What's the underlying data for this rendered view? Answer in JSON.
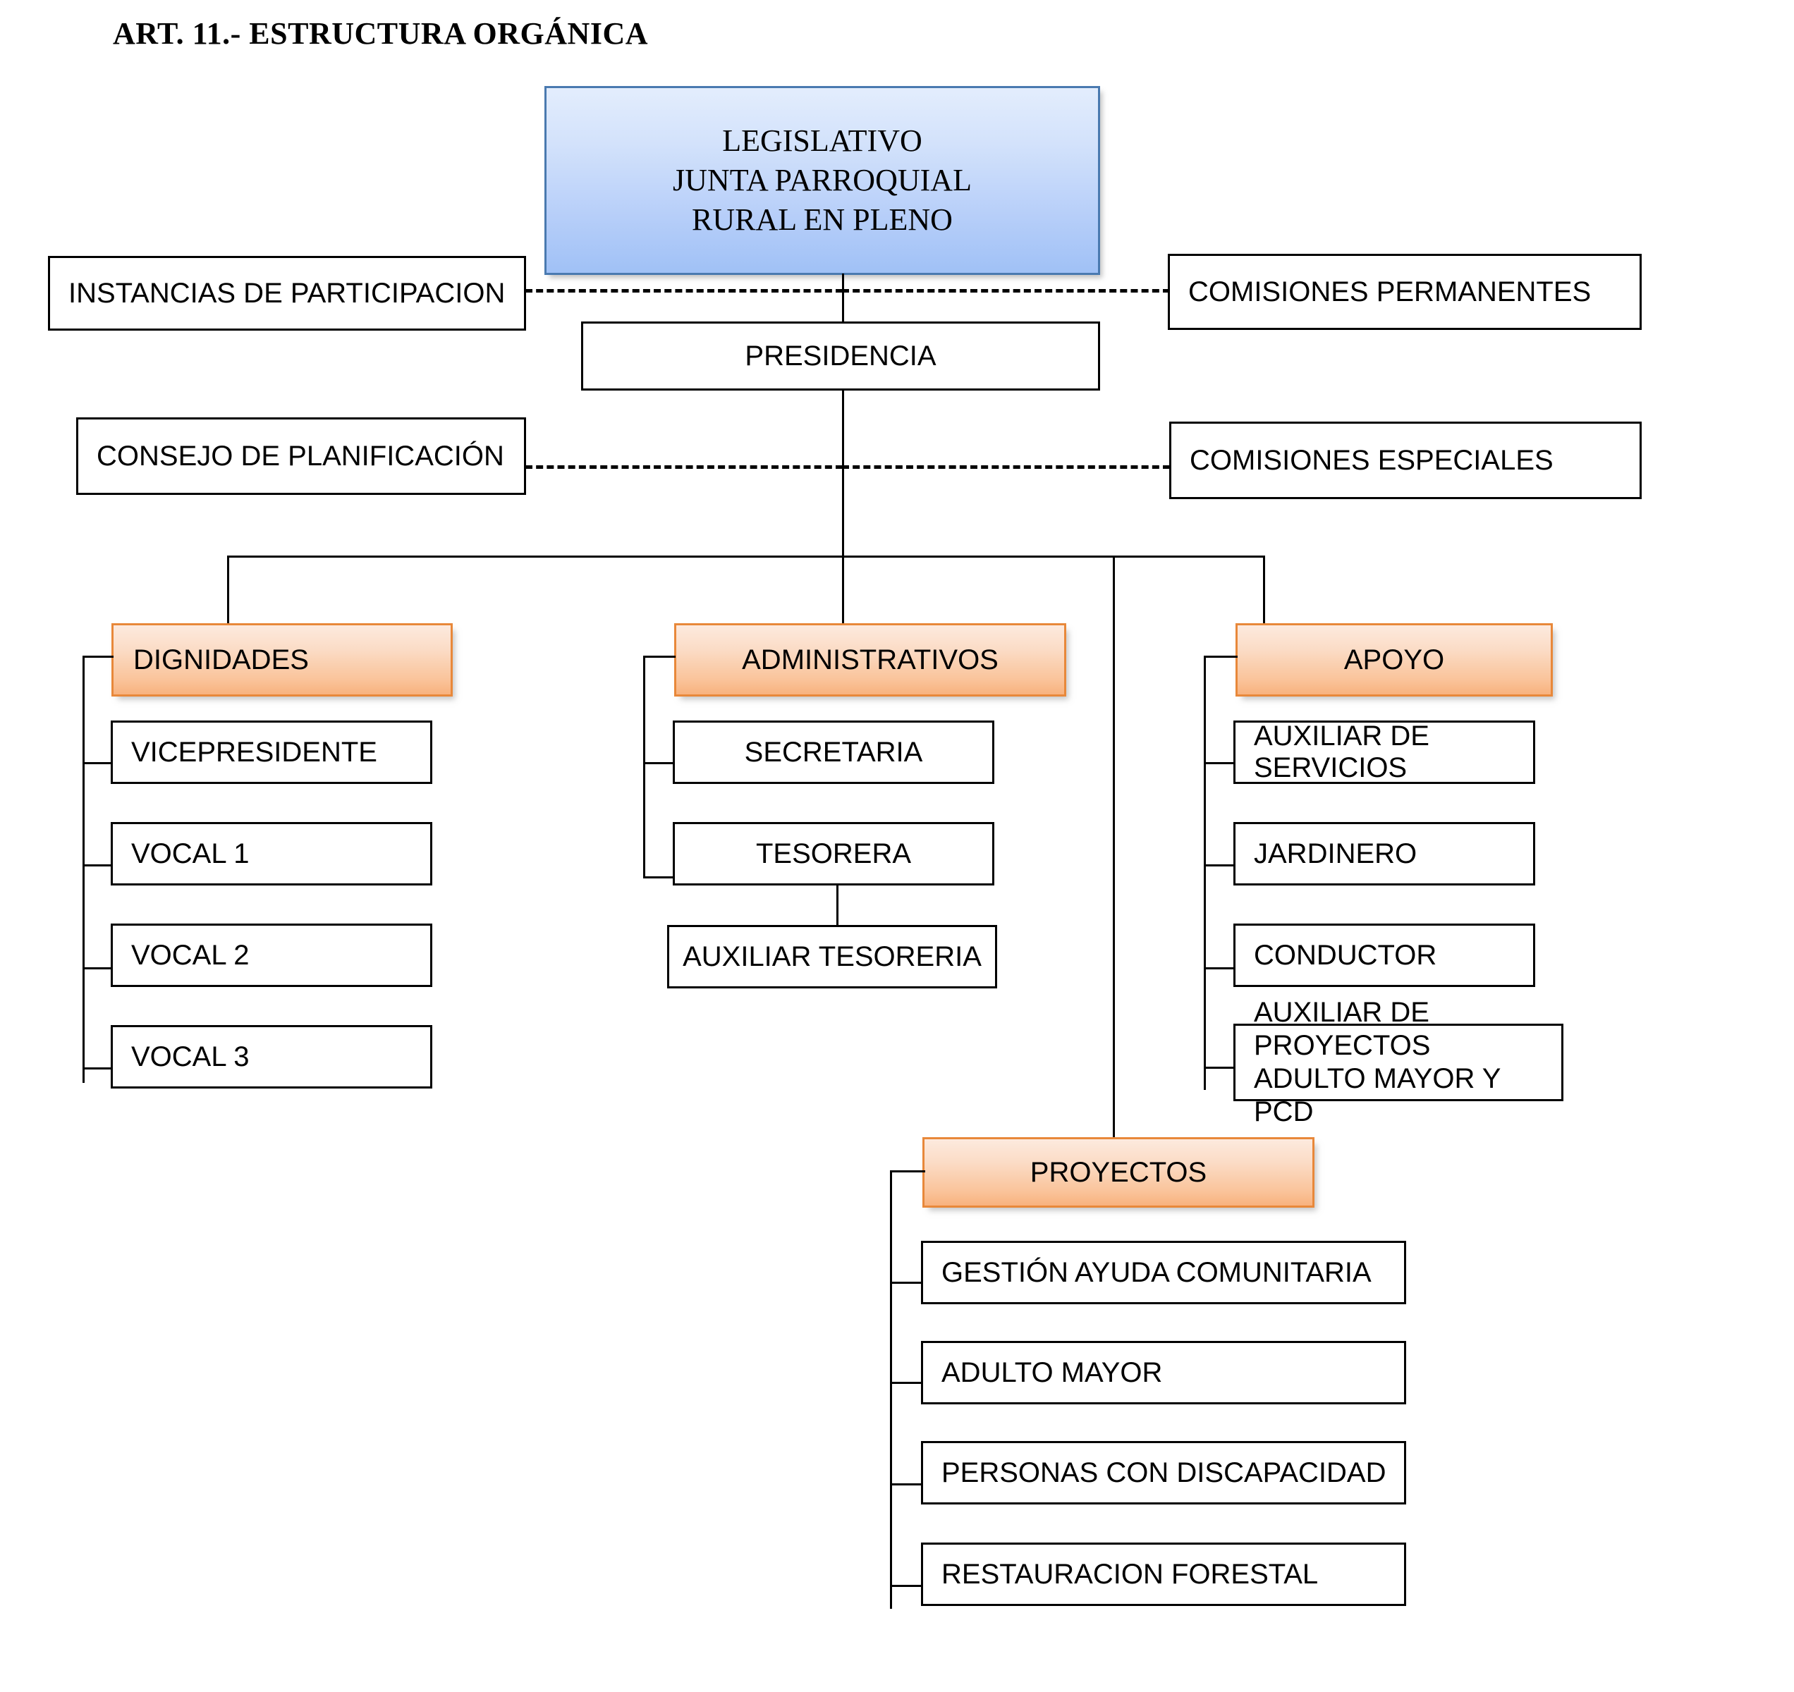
{
  "document": {
    "title": "ART. 11.- ESTRUCTURA ORGÁNICA"
  },
  "colors": {
    "root_fill_top": "#e3edfd",
    "root_fill_bottom": "#a0c1f6",
    "root_border": "#4a7ab0",
    "group_fill_top": "#fdeade",
    "group_fill_bottom": "#f8b27e",
    "group_border": "#e8883a",
    "line": "#000000",
    "text": "#000000",
    "page_background": "#ffffff"
  },
  "chart_data": {
    "type": "diagram",
    "subtype": "organizational-chart",
    "title": "ART. 11.- ESTRUCTURA ORGÁNICA",
    "root": {
      "id": "legislativo",
      "lines": [
        "LEGISLATIVO",
        "JUNTA PARROQUIAL",
        "RURAL EN PLENO"
      ],
      "style": "blue-gradient"
    },
    "nodes": [
      {
        "id": "instancias",
        "label": "INSTANCIAS DE PARTICIPACION",
        "style": "white",
        "relation": "dashed-advisory-left"
      },
      {
        "id": "comisiones_permanentes",
        "label": "COMISIONES PERMANENTES",
        "style": "white",
        "relation": "dashed-advisory-right"
      },
      {
        "id": "presidencia",
        "label": "PRESIDENCIA",
        "style": "white",
        "relation": "child-of-root"
      },
      {
        "id": "consejo_planificacion",
        "label": "CONSEJO DE PLANIFICACIÓN",
        "style": "white",
        "relation": "dashed-advisory-left"
      },
      {
        "id": "comisiones_especiales",
        "label": "COMISIONES ESPECIALES",
        "style": "white",
        "relation": "dashed-advisory-right"
      },
      {
        "id": "dignidades",
        "label": "DIGNIDADES",
        "style": "orange-group",
        "relation": "child-of-presidencia"
      },
      {
        "id": "administrativos",
        "label": "ADMINISTRATIVOS",
        "style": "orange-group",
        "relation": "child-of-presidencia"
      },
      {
        "id": "apoyo",
        "label": "APOYO",
        "style": "orange-group",
        "relation": "child-of-presidencia"
      },
      {
        "id": "proyectos",
        "label": "PROYECTOS",
        "style": "orange-group",
        "relation": "child-of-presidencia"
      }
    ],
    "edges": [
      {
        "from": "legislativo",
        "to": "presidencia",
        "style": "solid"
      },
      {
        "from": "legislativo",
        "to": "instancias",
        "style": "dashed"
      },
      {
        "from": "legislativo",
        "to": "comisiones_permanentes",
        "style": "dashed"
      },
      {
        "from": "presidencia",
        "to": "consejo_planificacion",
        "style": "dashed"
      },
      {
        "from": "presidencia",
        "to": "comisiones_especiales",
        "style": "dashed"
      },
      {
        "from": "presidencia",
        "to": "dignidades",
        "style": "solid"
      },
      {
        "from": "presidencia",
        "to": "administrativos",
        "style": "solid"
      },
      {
        "from": "presidencia",
        "to": "apoyo",
        "style": "solid"
      },
      {
        "from": "presidencia",
        "to": "proyectos",
        "style": "solid"
      },
      {
        "from": "tesorera",
        "to": "auxiliar_tesoreria",
        "style": "solid"
      }
    ]
  },
  "root_box": {
    "line1": "LEGISLATIVO",
    "line2": "JUNTA PARROQUIAL",
    "line3": "RURAL EN PLENO"
  },
  "side_boxes": {
    "instancias_participacion": "INSTANCIAS DE PARTICIPACION",
    "comisiones_permanentes": "COMISIONES PERMANENTES",
    "consejo_planificacion": "CONSEJO DE PLANIFICACIÓN",
    "comisiones_especiales": "COMISIONES ESPECIALES"
  },
  "presidencia": {
    "label": "PRESIDENCIA"
  },
  "groups": {
    "dignidades": {
      "label": "DIGNIDADES",
      "children": [
        {
          "label": "VICEPRESIDENTE"
        },
        {
          "label": "VOCAL 1"
        },
        {
          "label": "VOCAL 2"
        },
        {
          "label": "VOCAL 3"
        }
      ]
    },
    "administrativos": {
      "label": "ADMINISTRATIVOS",
      "children": [
        {
          "label": "SECRETARIA"
        },
        {
          "label": "TESORERA"
        }
      ],
      "sub_children": [
        {
          "label": "AUXILIAR TESORERIA",
          "parent": "TESORERA"
        }
      ]
    },
    "apoyo": {
      "label": "APOYO",
      "children": [
        {
          "label": "AUXILIAR DE SERVICIOS"
        },
        {
          "label": "JARDINERO"
        },
        {
          "label": "CONDUCTOR"
        },
        {
          "label_line1": "AUXILIAR DE PROYECTOS",
          "label_line2": "ADULTO MAYOR Y PCD"
        }
      ]
    },
    "proyectos": {
      "label": "PROYECTOS",
      "children": [
        {
          "label": "GESTIÓN AYUDA COMUNITARIA"
        },
        {
          "label": "ADULTO MAYOR"
        },
        {
          "label": "PERSONAS CON DISCAPACIDAD"
        },
        {
          "label": "RESTAURACION FORESTAL"
        }
      ]
    }
  }
}
